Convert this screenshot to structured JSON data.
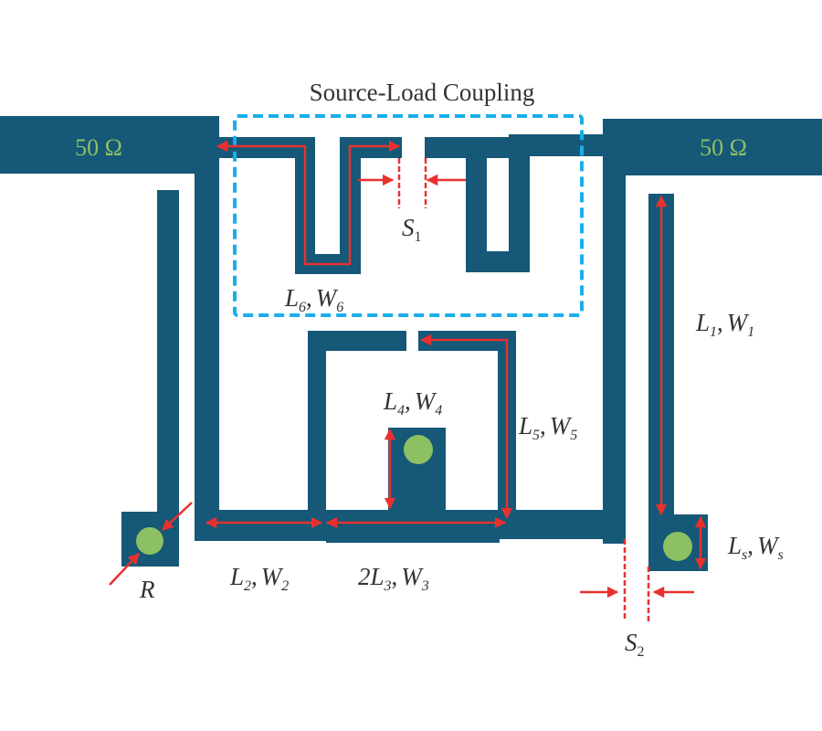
{
  "title": "Source-Load Coupling",
  "colors": {
    "trace": "#155878",
    "via": "#8dc063",
    "arrow": "#e8312f",
    "coupling_box": "#1aaee8",
    "port_text": "#8dc063",
    "label_text": "#333333"
  },
  "ports": {
    "left": "50 Ω",
    "right": "50 Ω"
  },
  "labels": {
    "l6w6": {
      "main": "L",
      "sub1": "6",
      "sep": ",",
      "main2": "W",
      "sub2": "6"
    },
    "s1": {
      "main": "S",
      "sub": "1"
    },
    "l1w1": {
      "main": "L",
      "sub1": "1",
      "sep": ",",
      "main2": "W",
      "sub2": "1"
    },
    "l4w4": {
      "main": "L",
      "sub1": "4",
      "sep": ",",
      "main2": "W",
      "sub2": "4"
    },
    "l5w5": {
      "main": "L",
      "sub1": "5",
      "sep": ",",
      "main2": "W",
      "sub2": "5"
    },
    "l2w2": {
      "main": "L",
      "sub1": "2",
      "sep": ",",
      "main2": "W",
      "sub2": "2"
    },
    "l3w3": {
      "main": "2L",
      "sub1": "3",
      "sep": ",",
      "main2": "W",
      "sub2": "3"
    },
    "lsws": {
      "main": "L",
      "sub1": "s",
      "sep": ",",
      "main2": "W",
      "sub2": "s"
    },
    "s2": {
      "main": "S",
      "sub": "2"
    },
    "r": {
      "main": "R"
    }
  }
}
